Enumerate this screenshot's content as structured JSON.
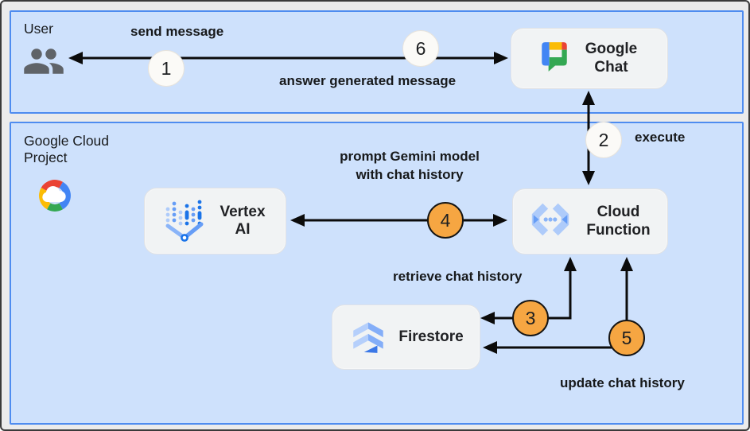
{
  "panels": {
    "user": {
      "label": "User"
    },
    "gcp": {
      "label": "Google Cloud Project"
    }
  },
  "nodes": {
    "google_chat": {
      "label": "Google Chat",
      "icon": "google-chat-icon"
    },
    "vertex_ai": {
      "label": "Vertex AI",
      "icon": "vertex-ai-icon"
    },
    "cloud_function": {
      "label": "Cloud Function",
      "icon": "cloud-functions-icon"
    },
    "firestore": {
      "label": "Firestore",
      "icon": "firestore-icon"
    }
  },
  "steps": {
    "step1": {
      "num": "1",
      "label": "send message"
    },
    "step2": {
      "num": "2",
      "label": "execute"
    },
    "step3": {
      "num": "3",
      "label": "retrieve chat history"
    },
    "step4": {
      "num": "4",
      "label_line1": "prompt Gemini model",
      "label_line2": "with chat history"
    },
    "step5": {
      "num": "5",
      "label": "update chat history"
    },
    "step6": {
      "num": "6",
      "label": "answer generated message"
    }
  },
  "colors": {
    "panel_fill": "#CEE1FC",
    "panel_border": "#4E8CF0",
    "node_fill": "#F1F3F4",
    "badge_plain_fill": "#FBFAF7",
    "badge_accent_fill": "#F6A642",
    "arrow": "#0B0B0B",
    "user_icon_gray": "#5F6368"
  }
}
